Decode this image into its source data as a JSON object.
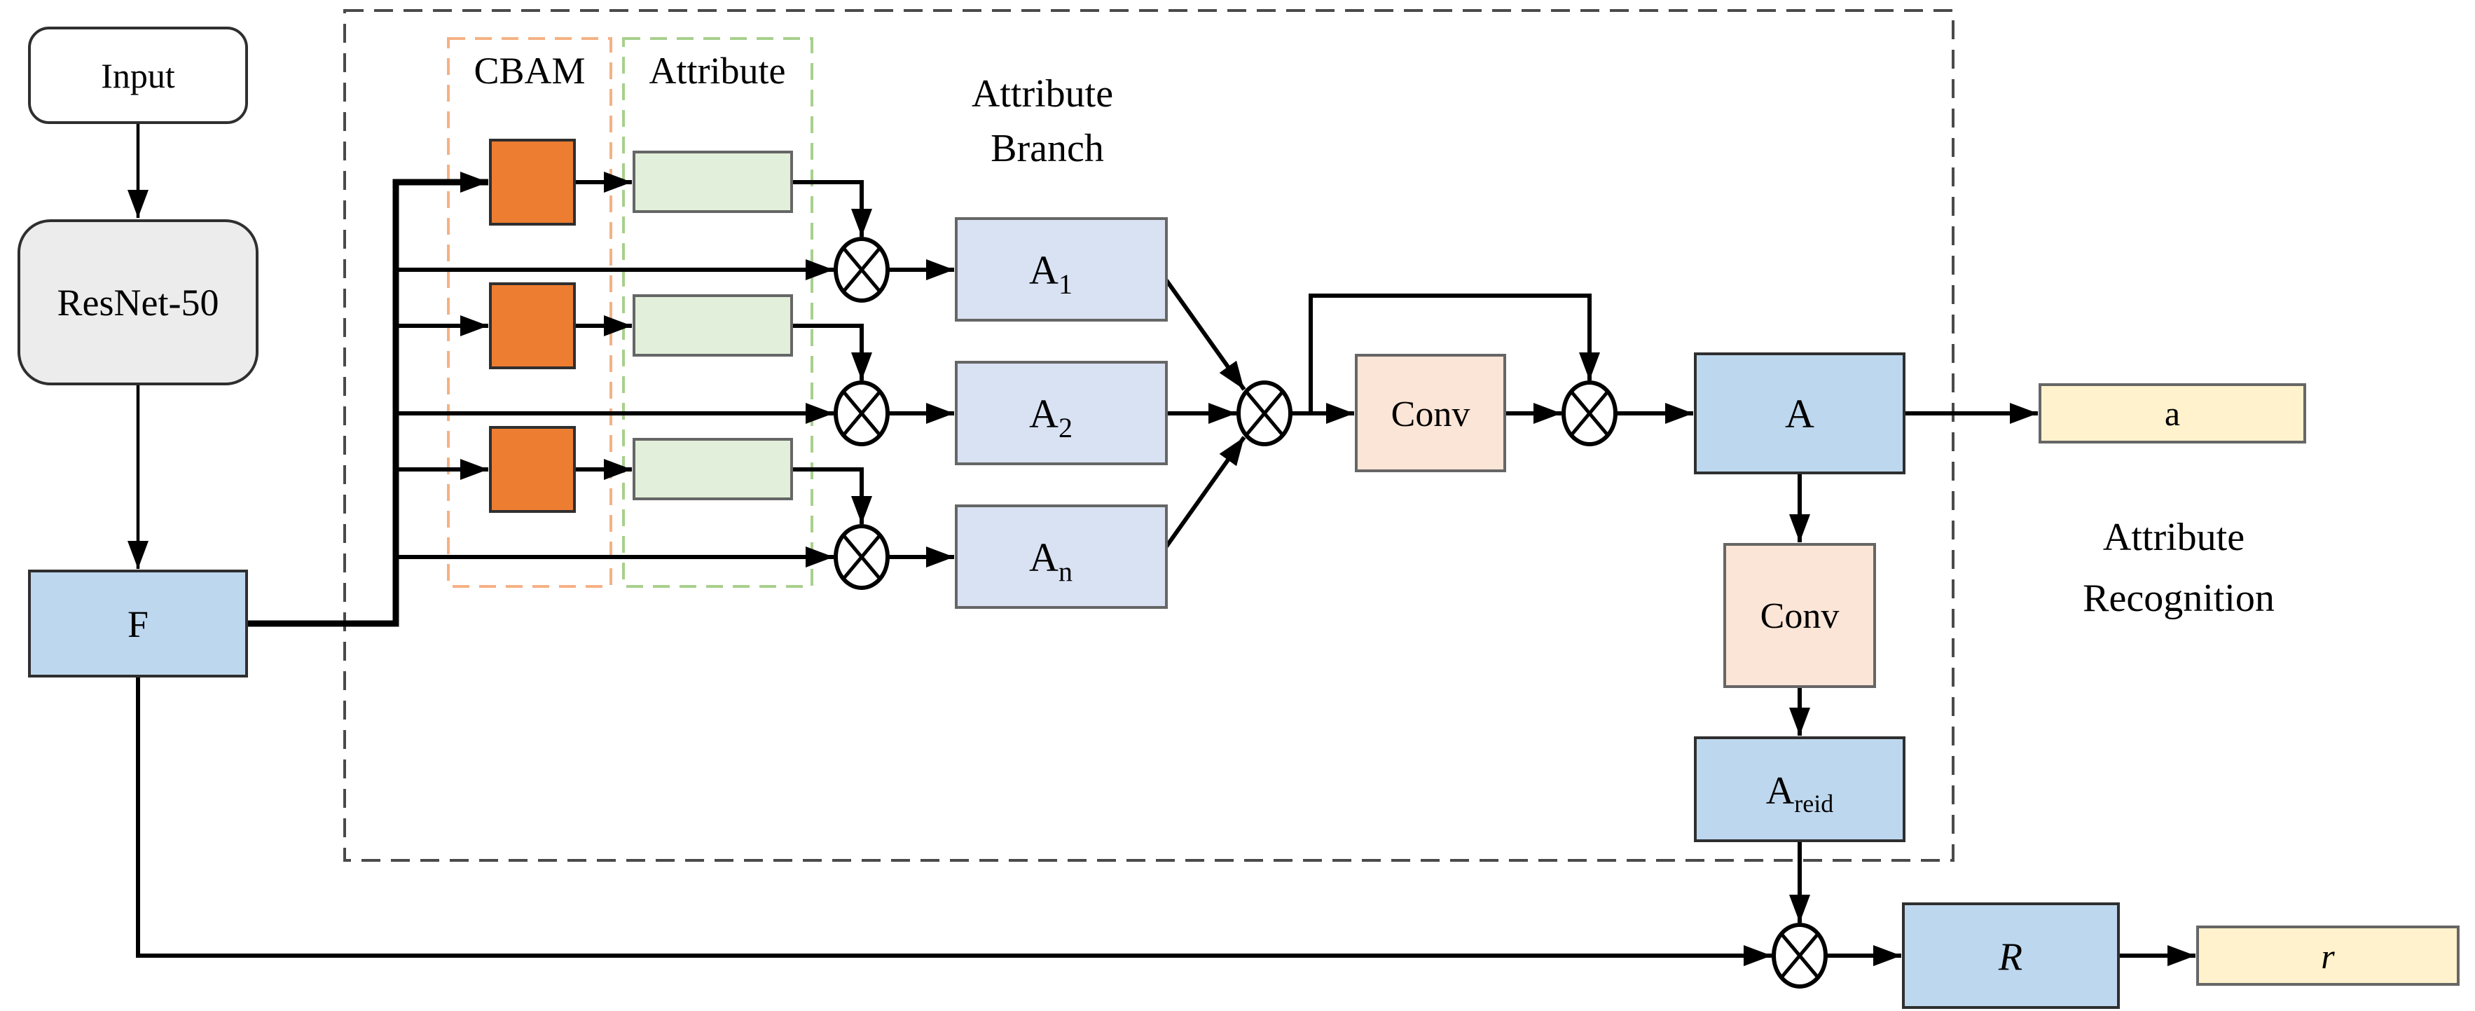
{
  "diagram": {
    "description": "Attribute recognition and person re-identification network architecture",
    "colors": {
      "block_orange": "#ED7D31",
      "block_green": "#E2EFDA",
      "block_lavender": "#D9E2F3",
      "block_blue": "#BDD7EE",
      "block_peach": "#FBE5D6",
      "block_yellow": "#FFF2CC",
      "block_gray": "#ECECEC",
      "block_white": "#FFFFFF",
      "dash_outer": "#4a4a4a",
      "dash_cbam": "#F5B183",
      "dash_attribute": "#A8D08D",
      "edge": "#000000",
      "text": "#000000"
    },
    "nodes": {
      "input": {
        "label": "Input"
      },
      "resnet": {
        "label": "ResNet-50"
      },
      "feature_f": {
        "label": "F"
      },
      "cbam_region": {
        "label": "CBAM"
      },
      "attribute_region": {
        "label": "Attribute"
      },
      "attribute_branch_caption": {
        "line1": "Attribute",
        "line2": "Branch"
      },
      "a1": {
        "base": "A",
        "sub": "1"
      },
      "a2": {
        "base": "A",
        "sub": "2"
      },
      "an": {
        "base": "A",
        "sub": "n"
      },
      "conv_top": {
        "label": "Conv"
      },
      "conv_mid": {
        "label": "Conv"
      },
      "attribute_feature": {
        "label": "A"
      },
      "a_reid": {
        "base": "A",
        "sub": "reid"
      },
      "attribute_output": {
        "label": "a"
      },
      "attribute_recognition_caption": {
        "line1": "Attribute",
        "line2": "Recognition"
      },
      "reid_feature": {
        "label": "R"
      },
      "reid_output": {
        "label": "r"
      }
    },
    "operators": {
      "multiply_symbol": "circle-times"
    }
  }
}
